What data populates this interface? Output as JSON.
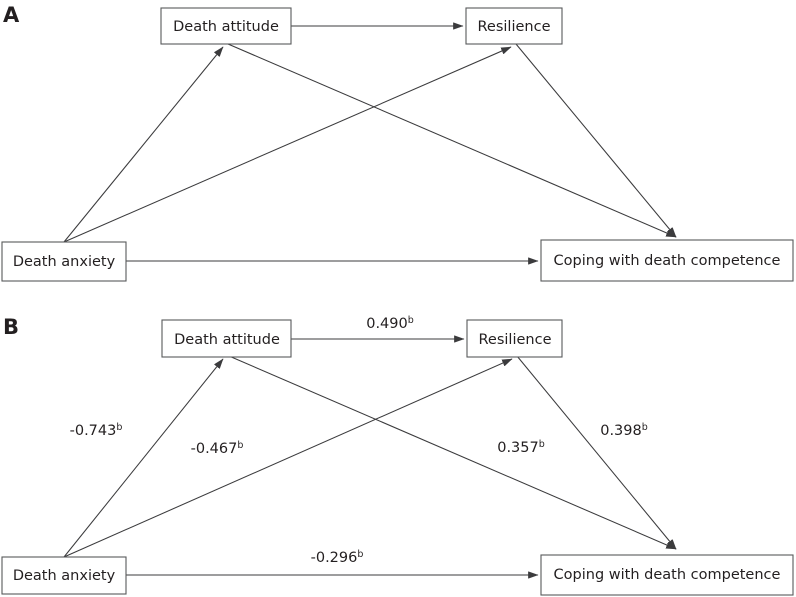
{
  "figure": {
    "panels": [
      {
        "id": "A",
        "label": "A",
        "nodes": {
          "death_anxiety": "Death anxiety",
          "death_attitude": "Death attitude",
          "resilience": "Resilience",
          "coping": "Coping with death competence"
        },
        "edges": [
          {
            "from": "death_attitude",
            "to": "resilience",
            "coefficient": "",
            "superscript": ""
          },
          {
            "from": "death_anxiety",
            "to": "death_attitude",
            "coefficient": "",
            "superscript": ""
          },
          {
            "from": "death_anxiety",
            "to": "resilience",
            "coefficient": "",
            "superscript": ""
          },
          {
            "from": "death_anxiety",
            "to": "coping",
            "coefficient": "",
            "superscript": ""
          },
          {
            "from": "death_attitude",
            "to": "coping",
            "coefficient": "",
            "superscript": ""
          },
          {
            "from": "resilience",
            "to": "coping",
            "coefficient": "",
            "superscript": ""
          }
        ]
      },
      {
        "id": "B",
        "label": "B",
        "nodes": {
          "death_anxiety": "Death anxiety",
          "death_attitude": "Death attitude",
          "resilience": "Resilience",
          "coping": "Coping with death competence"
        },
        "edges": [
          {
            "from": "death_attitude",
            "to": "resilience",
            "coefficient": "0.490",
            "superscript": "b"
          },
          {
            "from": "death_anxiety",
            "to": "death_attitude",
            "coefficient": "-0.743",
            "superscript": "b"
          },
          {
            "from": "death_anxiety",
            "to": "resilience",
            "coefficient": "-0.467",
            "superscript": "b"
          },
          {
            "from": "death_anxiety",
            "to": "coping",
            "coefficient": "-0.296",
            "superscript": "b"
          },
          {
            "from": "death_attitude",
            "to": "coping",
            "coefficient": "0.357",
            "superscript": "b"
          },
          {
            "from": "resilience",
            "to": "coping",
            "coefficient": "0.398",
            "superscript": "b"
          }
        ]
      }
    ]
  },
  "chart_data": {
    "type": "diagram",
    "title": "",
    "description": "Two-panel path / structural equation model diagram. Panel A shows the hypothesized model without coefficients; Panel B shows the same model with standardized path coefficients.",
    "nodes": [
      "Death anxiety",
      "Death attitude",
      "Resilience",
      "Coping with death competence"
    ],
    "paths": [
      {
        "from": "Death attitude",
        "to": "Resilience",
        "value": 0.49,
        "significance": "b"
      },
      {
        "from": "Death anxiety",
        "to": "Death attitude",
        "value": -0.743,
        "significance": "b"
      },
      {
        "from": "Death anxiety",
        "to": "Resilience",
        "value": -0.467,
        "significance": "b"
      },
      {
        "from": "Death anxiety",
        "to": "Coping with death competence",
        "value": -0.296,
        "significance": "b"
      },
      {
        "from": "Death attitude",
        "to": "Coping with death competence",
        "value": 0.357,
        "significance": "b"
      },
      {
        "from": "Resilience",
        "to": "Coping with death competence",
        "value": 0.398,
        "significance": "b"
      }
    ]
  }
}
